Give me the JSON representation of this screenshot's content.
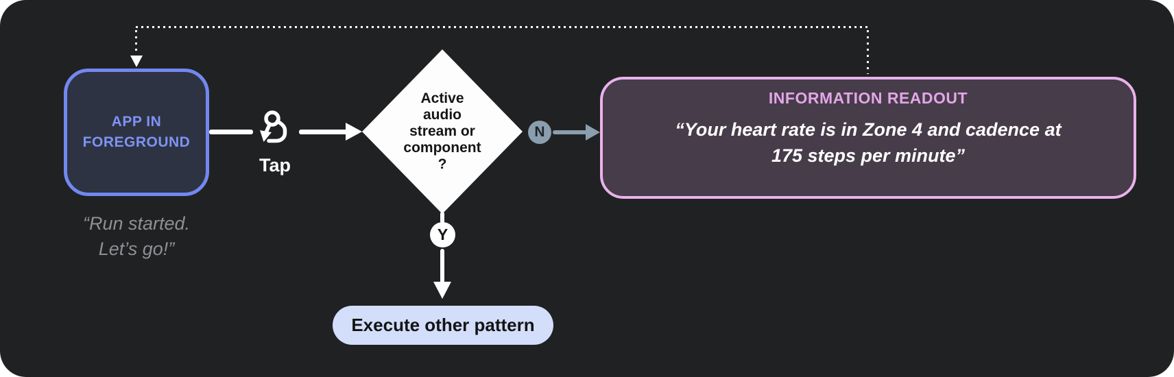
{
  "colors": {
    "canvas_bg": "#202123",
    "app_node_accent": "#7288f0",
    "app_node_fill": "#2d3342",
    "caption_gray": "#8e9094",
    "decision_fill": "#fdfdfd",
    "no_badge": "#8a9eae",
    "yes_badge": "#ffffff",
    "readout_border": "#e9b2ec",
    "readout_fill": "#473c49",
    "readout_title_color": "#e2a6e8",
    "action_pill_bg": "#d3defb",
    "connector_white": "#ffffff"
  },
  "nodes": {
    "app": {
      "label": "APP IN\nFOREGROUND",
      "caption": "“Run started.\nLet’s go!”"
    },
    "tap": {
      "label": "Tap"
    },
    "decision": {
      "label": "Active\naudio\nstream or\ncomponent\n?"
    },
    "no_branch": {
      "label": "N"
    },
    "yes_branch": {
      "label": "Y"
    },
    "readout": {
      "title": "INFORMATION READOUT",
      "quote": "“Your heart rate is in Zone 4 and cadence at\n175 steps per minute”"
    },
    "action": {
      "label": "Execute other pattern"
    }
  }
}
